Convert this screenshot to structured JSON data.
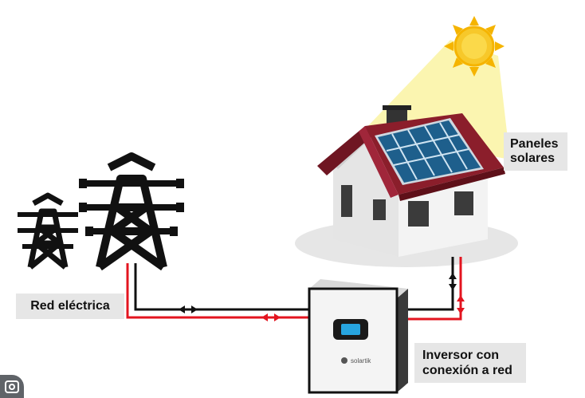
{
  "labels": {
    "grid": "Red eléctrica",
    "panels_line1": "Paneles",
    "panels_line2": "solares",
    "inverter_line1": "Inversor con",
    "inverter_line2": "conexión a red"
  },
  "inverter_brand": "solartik",
  "icons": {
    "sun": "sun-icon",
    "house": "house-icon",
    "solar_panel": "solar-panel-icon",
    "tower_small": "transmission-tower-icon",
    "tower_large": "transmission-tower-icon",
    "inverter": "inverter-icon",
    "lens": "lens-search-icon"
  },
  "colors": {
    "ac_line": "#111111",
    "dc_line": "#e3141f",
    "roof": "#8b1e2b",
    "panel": "#1e5f8c",
    "sun": "#f7c82a",
    "sun_beam": "#fbf5b0",
    "label_bg": "#e6e6e6"
  }
}
